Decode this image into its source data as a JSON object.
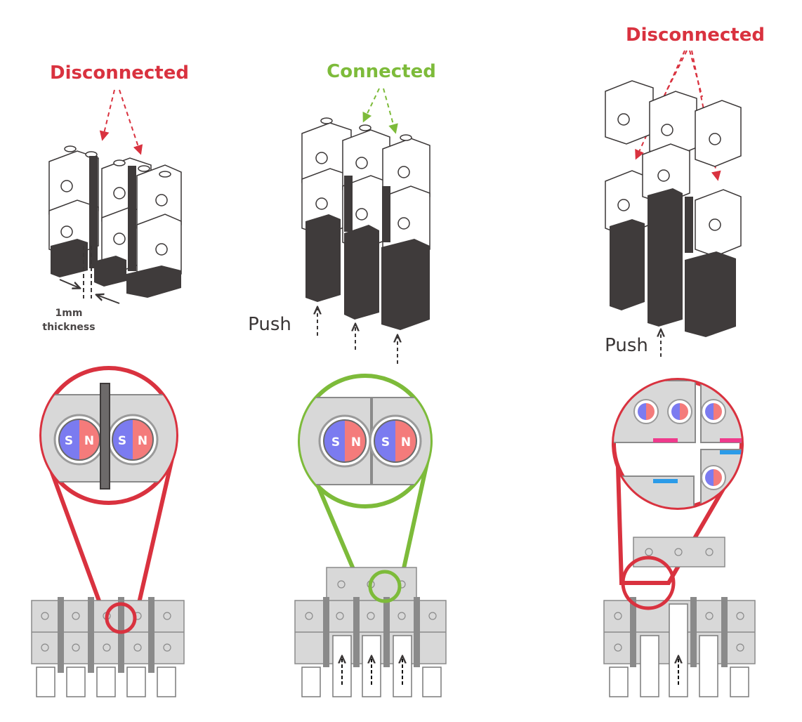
{
  "panels": [
    {
      "state_label": "Disconnected",
      "state_color": "#d9323f",
      "gap_label_line1": "1mm",
      "gap_label_line2": "thickness",
      "magnet_poles": [
        "S",
        "N",
        "S",
        "N"
      ]
    },
    {
      "state_label": "Connected",
      "state_color": "#7dbb3a",
      "action_label": "Push",
      "magnet_poles": [
        "S",
        "N",
        "S",
        "N"
      ]
    },
    {
      "state_label": "Disconnected",
      "state_color": "#d9323f",
      "action_label": "Push"
    }
  ],
  "colors": {
    "disconnected": "#d9323f",
    "connected": "#7dbb3a",
    "magnet_south": "#7b7bf0",
    "magnet_north": "#f47b7b",
    "separator": "#3f3b3b",
    "block_fill": "#d8d8d8",
    "indicator_pink": "#ef3a8c",
    "indicator_blue": "#2b9be8"
  }
}
